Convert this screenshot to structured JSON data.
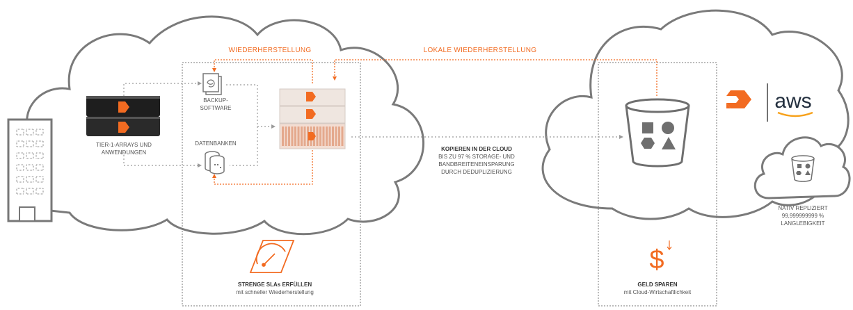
{
  "labels": {
    "restore": "WIEDERHERSTELLUNG",
    "local_restore": "LOKALE WIEDERHERSTELLUNG",
    "tier1_line1": "TIER-1-ARRAYS UND",
    "tier1_line2": "ANWENDUNGEN",
    "backup_line1": "BACKUP-",
    "backup_line2": "SOFTWARE",
    "databases": "DATENBANKEN",
    "cloud_copy_title": "KOPIEREN IN DER CLOUD",
    "cloud_copy_line1": "BIS ZU 97 % STORAGE- UND",
    "cloud_copy_line2": "BANDBREITENEINSPARUNG",
    "cloud_copy_line3": "DURCH DEDUPLIZIERUNG",
    "sla_title": "STRENGE SLAs ERFÜLLEN",
    "sla_sub": "mit schneller Wiederherstellung",
    "money_title": "GELD SPAREN",
    "money_sub": "mit Cloud-Wirtschaftlichkeit",
    "native_line1": "NATIV REPLIZIERT",
    "native_line2": "99,999999999 %",
    "native_line3": "LANGLEBIGKEIT",
    "aws_logo": "aws"
  },
  "colors": {
    "accent": "#f26b21",
    "cloud_stroke": "#7a7a7a",
    "dotted": "#9a9a9a",
    "icon": "#6f6f6f"
  },
  "icons": [
    "building-icon",
    "flash-array-icon",
    "backup-software-icon",
    "database-icon",
    "storage-appliance-icon",
    "bucket-icon",
    "gauge-icon",
    "dollar-down-icon",
    "pure-logo-icon"
  ]
}
